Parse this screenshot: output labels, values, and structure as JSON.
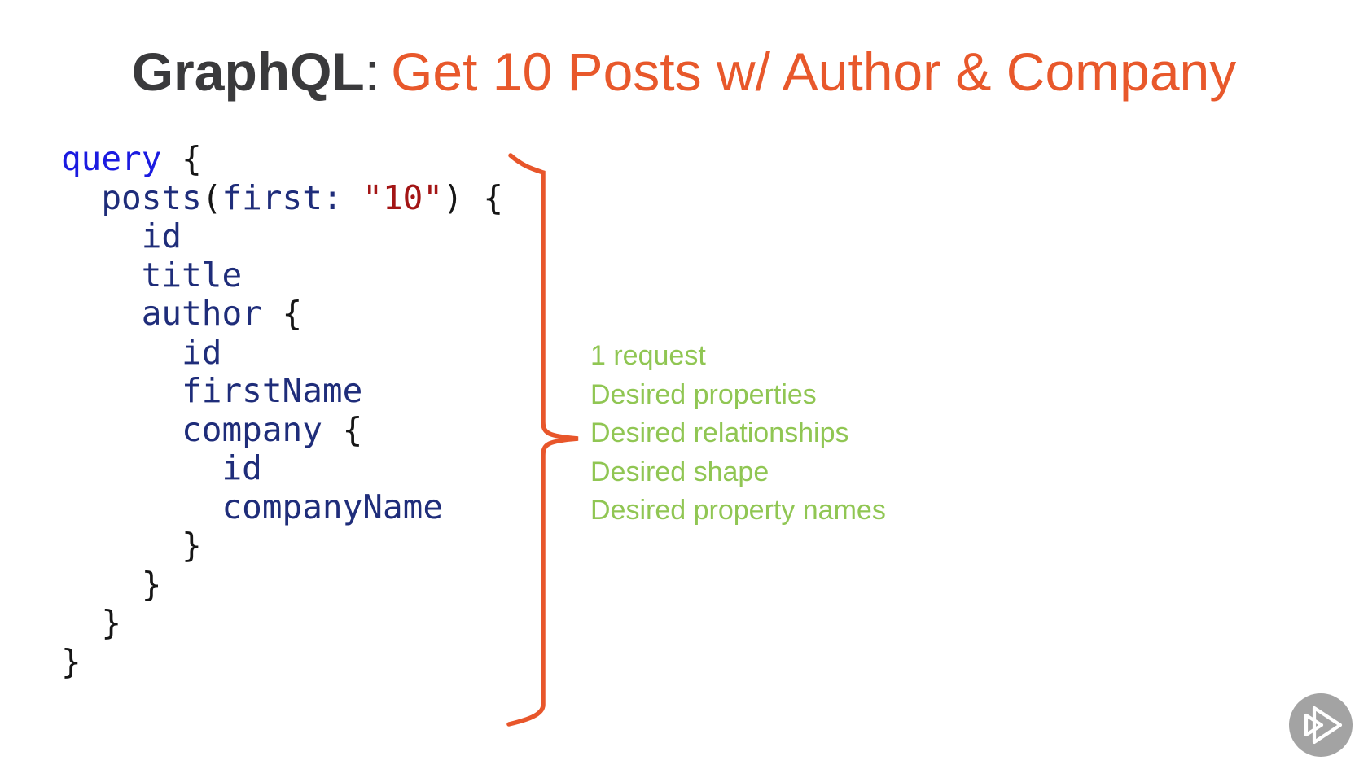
{
  "title": {
    "product": "GraphQL",
    "separator": ":",
    "headline": "Get 10 Posts w/ Author & Company"
  },
  "colors": {
    "title_gray": "#3a3a3c",
    "accent_orange": "#e8582b",
    "keyword_blue": "#1b1be0",
    "field_navy": "#1f2d7a",
    "string_red": "#a31515",
    "code_black": "#161616",
    "annotation_green": "#90c653",
    "brace_orange": "#e8562b",
    "play_gray": "#a3a3a3"
  },
  "code": {
    "language": "graphql",
    "lines": [
      {
        "tokens": [
          {
            "text": "query",
            "type": "keyword"
          },
          {
            "text": " {",
            "type": "plain"
          }
        ]
      },
      {
        "tokens": [
          {
            "text": "  ",
            "type": "plain"
          },
          {
            "text": "posts",
            "type": "field"
          },
          {
            "text": "(",
            "type": "plain"
          },
          {
            "text": "first:",
            "type": "field"
          },
          {
            "text": " ",
            "type": "plain"
          },
          {
            "text": "\"10\"",
            "type": "string"
          },
          {
            "text": ") {",
            "type": "plain"
          }
        ]
      },
      {
        "tokens": [
          {
            "text": "    ",
            "type": "plain"
          },
          {
            "text": "id",
            "type": "field"
          }
        ]
      },
      {
        "tokens": [
          {
            "text": "    ",
            "type": "plain"
          },
          {
            "text": "title",
            "type": "field"
          }
        ]
      },
      {
        "tokens": [
          {
            "text": "    ",
            "type": "plain"
          },
          {
            "text": "author",
            "type": "field"
          },
          {
            "text": " {",
            "type": "plain"
          }
        ]
      },
      {
        "tokens": [
          {
            "text": "      ",
            "type": "plain"
          },
          {
            "text": "id",
            "type": "field"
          }
        ]
      },
      {
        "tokens": [
          {
            "text": "      ",
            "type": "plain"
          },
          {
            "text": "firstName",
            "type": "field"
          }
        ]
      },
      {
        "tokens": [
          {
            "text": "      ",
            "type": "plain"
          },
          {
            "text": "company",
            "type": "field"
          },
          {
            "text": " {",
            "type": "plain"
          }
        ]
      },
      {
        "tokens": [
          {
            "text": "        ",
            "type": "plain"
          },
          {
            "text": "id",
            "type": "field"
          }
        ]
      },
      {
        "tokens": [
          {
            "text": "        ",
            "type": "plain"
          },
          {
            "text": "companyName",
            "type": "field"
          }
        ]
      },
      {
        "tokens": [
          {
            "text": "      }",
            "type": "plain"
          }
        ]
      },
      {
        "tokens": [
          {
            "text": "    }",
            "type": "plain"
          }
        ]
      },
      {
        "tokens": [
          {
            "text": "  }",
            "type": "plain"
          }
        ]
      },
      {
        "tokens": [
          {
            "text": "}",
            "type": "plain"
          }
        ]
      }
    ]
  },
  "annotations": {
    "items": [
      "1 request",
      "Desired properties",
      "Desired relationships",
      "Desired shape",
      "Desired property names"
    ]
  },
  "player": {
    "play_icon": "play-icon"
  }
}
